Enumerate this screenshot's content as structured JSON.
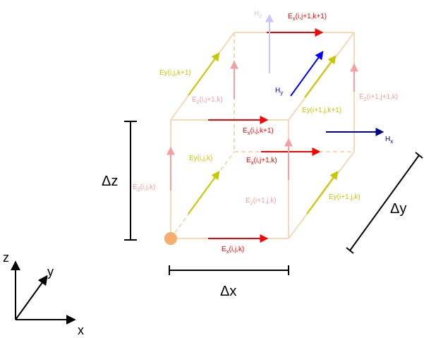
{
  "colors": {
    "cube_edge": "#f8d9b6",
    "ex": "#ff0000",
    "ey": "#c8c800",
    "ez": "#f4a0a0",
    "hx": "#00008b",
    "hy": "#0000ff",
    "hz": "#c8c8ff",
    "origin": "#f6ae6d",
    "axes": "#000000"
  },
  "labels": {
    "ex_ijk1": {
      "main": "E",
      "sub": "x",
      "idx": "(i,j+1,k+1)"
    },
    "ey_ijk1": {
      "main": "Ey(i,j,k+1)"
    },
    "ez_ij1k": {
      "main": "E",
      "sub": "z",
      "idx": "(i,j+1,k)"
    },
    "ez_i1j1k": {
      "main": "E",
      "sub": "z",
      "idx": "(i+1,j+1,k)"
    },
    "hz": {
      "main": "H",
      "sub": "z"
    },
    "hy": {
      "main": "H",
      "sub": "y"
    },
    "hx": {
      "main": "H",
      "sub": "x"
    },
    "ey_i1jk1": {
      "main": "Ey(i+1,j,k+1)"
    },
    "ex_ijk1_front": {
      "main": "E",
      "sub": "x",
      "idx": "(i,j,k+1)"
    },
    "ey_ijk": {
      "main": "Ey(i,j,k)"
    },
    "ex_ij1k": {
      "main": "E",
      "sub": "x",
      "idx": "(i,j+1,k)"
    },
    "ez_ijk": {
      "main": "E",
      "sub": "z",
      "idx": "(i,j,k)"
    },
    "ez_i1jk": {
      "main": "E",
      "sub": "z",
      "idx": "(i+1,j,k)"
    },
    "ey_i1jk": {
      "main": "Ey(i+1,j,k)"
    },
    "ex_ijk": {
      "main": "E",
      "sub": "x",
      "idx": "(i,j,k)"
    }
  },
  "dimensions": {
    "dz": "Δz",
    "dx": "Δx",
    "dy": "Δy"
  },
  "axes": {
    "x": "x",
    "y": "y",
    "z": "z"
  }
}
